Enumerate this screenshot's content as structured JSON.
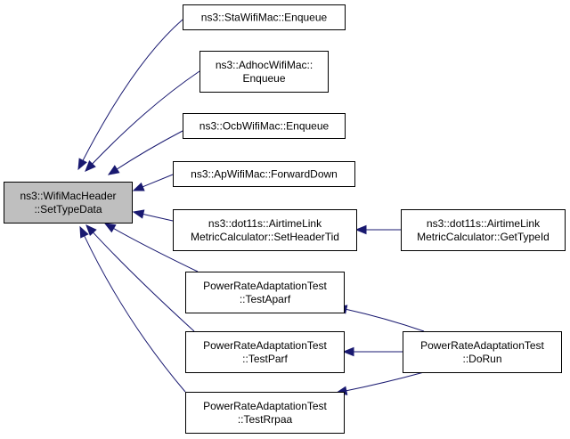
{
  "graph": {
    "root": {
      "id": "n0",
      "lines": [
        "ns3::WifiMacHeader",
        "::SetTypeData"
      ],
      "color": "#bfbfbf"
    },
    "nodes": [
      {
        "id": "n1",
        "lines": [
          "ns3::StaWifiMac::Enqueue"
        ]
      },
      {
        "id": "n2",
        "lines": [
          "ns3::AdhocWifiMac::",
          "Enqueue"
        ]
      },
      {
        "id": "n3",
        "lines": [
          "ns3::OcbWifiMac::Enqueue"
        ]
      },
      {
        "id": "n4",
        "lines": [
          "ns3::ApWifiMac::ForwardDown"
        ]
      },
      {
        "id": "n5",
        "lines": [
          "ns3::dot11s::AirtimeLink",
          "MetricCalculator::SetHeaderTid"
        ]
      },
      {
        "id": "n6",
        "lines": [
          "ns3::dot11s::AirtimeLink",
          "MetricCalculator::GetTypeId"
        ]
      },
      {
        "id": "n7",
        "lines": [
          "PowerRateAdaptationTest",
          "::TestAparf"
        ]
      },
      {
        "id": "n8",
        "lines": [
          "PowerRateAdaptationTest",
          "::TestParf"
        ]
      },
      {
        "id": "n9",
        "lines": [
          "PowerRateAdaptationTest",
          "::TestRrpaa"
        ]
      },
      {
        "id": "n10",
        "lines": [
          "PowerRateAdaptationTest",
          "::DoRun"
        ]
      }
    ],
    "edges": [
      {
        "from": "n1",
        "to": "n0"
      },
      {
        "from": "n2",
        "to": "n0"
      },
      {
        "from": "n3",
        "to": "n0"
      },
      {
        "from": "n4",
        "to": "n0"
      },
      {
        "from": "n5",
        "to": "n0"
      },
      {
        "from": "n7",
        "to": "n0"
      },
      {
        "from": "n8",
        "to": "n0"
      },
      {
        "from": "n9",
        "to": "n0"
      },
      {
        "from": "n6",
        "to": "n5"
      },
      {
        "from": "n10",
        "to": "n7"
      },
      {
        "from": "n10",
        "to": "n8"
      },
      {
        "from": "n10",
        "to": "n9"
      }
    ],
    "colors": {
      "edge": "#191970",
      "node_border": "#000000",
      "node_fill": "#ffffff",
      "text": "#000000"
    }
  }
}
